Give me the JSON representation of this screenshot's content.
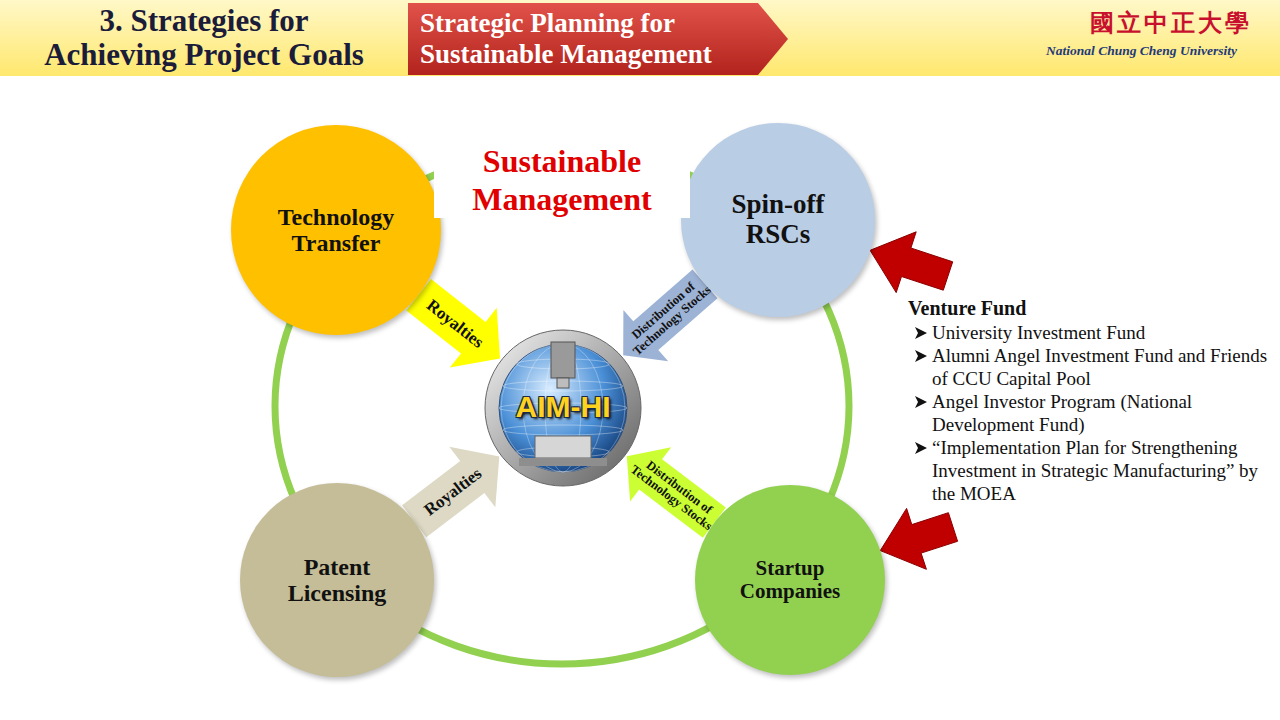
{
  "diagram": {
    "title": "3. Strategies for Achieving Project Goals",
    "nodes": [
      {
        "text": [
          "Strategic Planning for Sustainable Management"
        ]
      },
      {
        "text": [
          "Technology Transfer"
        ]
      },
      {
        "text": [
          "Spin-off RSCs"
        ]
      },
      {
        "text": [
          "AIM-HI"
        ]
      },
      {
        "text": [
          "Patent Licensing"
        ]
      },
      {
        "text": [
          "Startup Companies"
        ]
      },
      {
        "text": [
          "Venture Fund",
          "University Investment Fund",
          "Alumni Angel Investment Fund and Friends of CCU Capital Pool",
          "Angel Investor Program (National Development Fund)",
          "“Implementation Plan for Strengthening Investment in Strategic Manufacturing” by the MOEA"
        ]
      }
    ],
    "edges": [
      {
        "from": 1,
        "to": 3,
        "arrow": "to",
        "label": "Royalties"
      },
      {
        "from": 2,
        "to": 3,
        "arrow": "to",
        "label": "Distribution of Technology Stocks"
      },
      {
        "from": 4,
        "to": 3,
        "arrow": "to",
        "label": "Royalties"
      },
      {
        "from": 5,
        "to": 3,
        "arrow": "to",
        "label": "Distribution of Technology Stocks"
      },
      {
        "from": 6,
        "to": 2,
        "arrow": "to"
      },
      {
        "from": 6,
        "to": 5,
        "arrow": "to"
      }
    ],
    "labels": [
      "Sustainable Management",
      "國立中正大學",
      "National Chung Cheng University"
    ]
  }
}
